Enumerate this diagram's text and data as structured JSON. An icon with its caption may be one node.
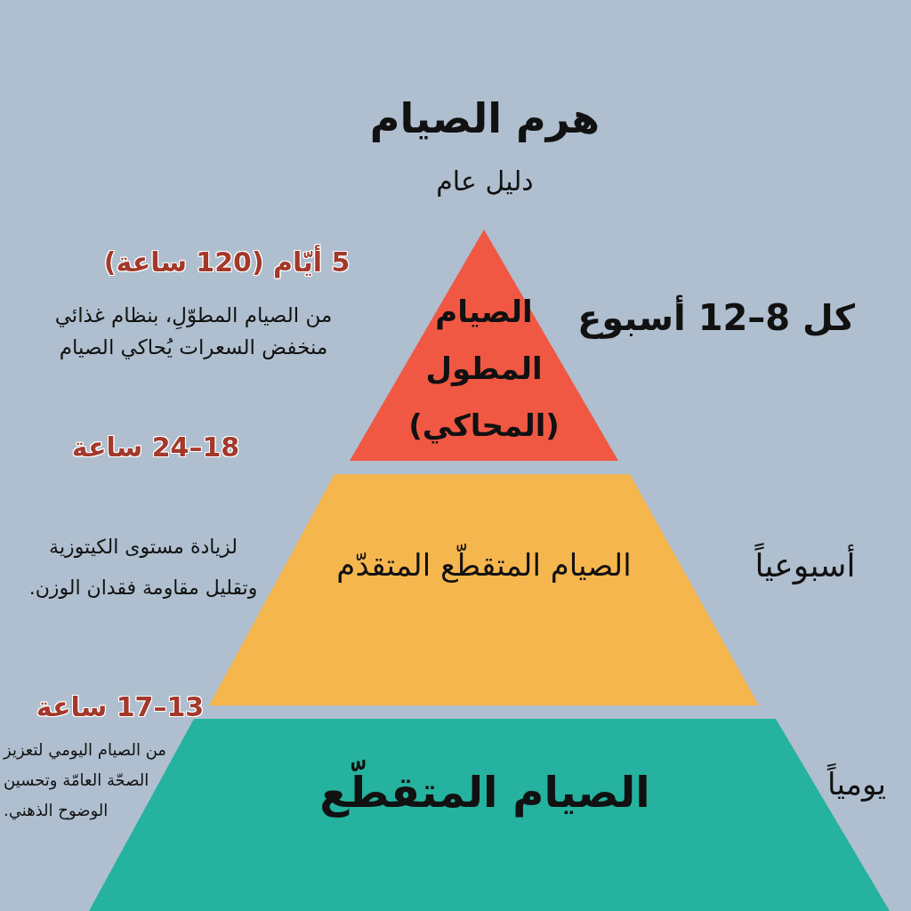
{
  "diagram": {
    "title": "هرم الصيام",
    "nodes": [
      {
        "text": [
          "الصيام المطول (المحاكي)"
        ],
        "beside": [
          "5 أيّام (120 ساعة)",
          "من الصيام المطوّلِ، بنظام غذائي منخفض السعرات يُحاكي الصيام",
          "كل 8–12 أسبوع"
        ]
      },
      {
        "text": [
          "الصيام المتقطّع المتقدّم"
        ],
        "beside": [
          "18–24 ساعة",
          "لزيادة مستوى الكيتوزية وتقليل مقاومة فقدان الوزن.",
          "أسبوعياً"
        ]
      },
      {
        "text": [
          "الصيام المتقطّع"
        ],
        "beside": [
          "13–17 ساعة",
          "من الصيام اليومي لتعزيز الصحّة العامّة وتحسين الوضوح الذهني.",
          "يومياً"
        ]
      }
    ],
    "labels": [
      "دليل عام"
    ]
  }
}
